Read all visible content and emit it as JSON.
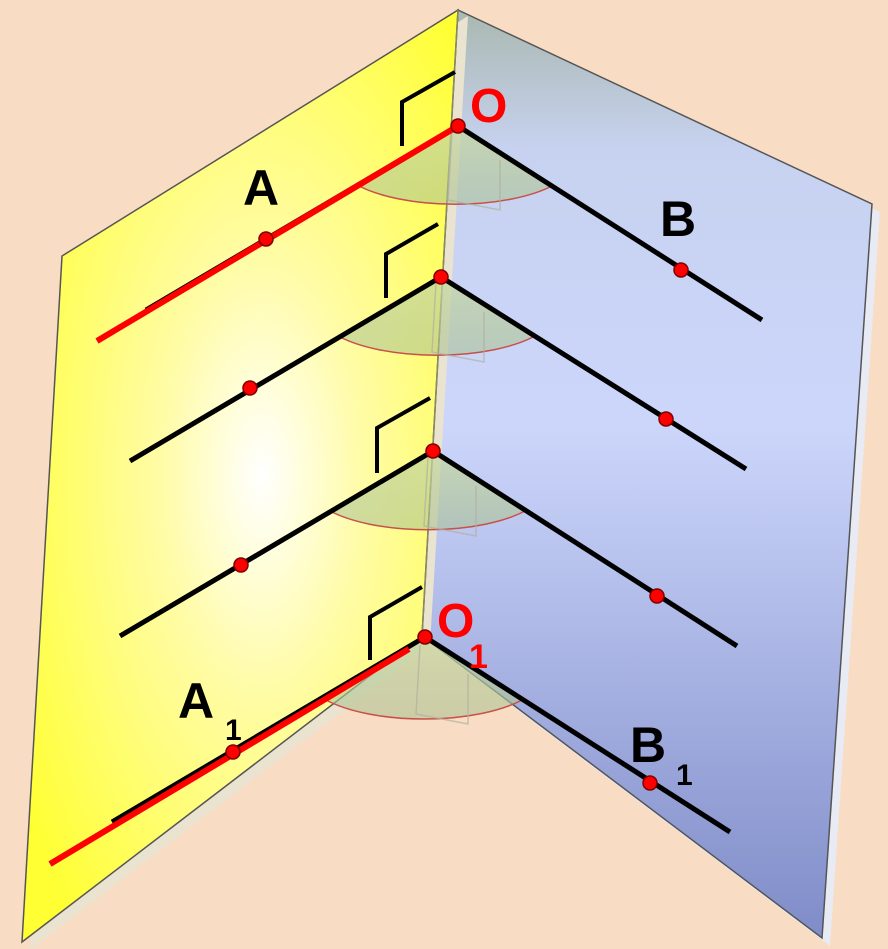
{
  "colors": {
    "background": "#f9dcc4",
    "left_plane": "#ffff66",
    "right_plane": "#c8d0f8",
    "accent_red": "#ff0000",
    "line_black": "#000000"
  },
  "labels": {
    "O": "O",
    "A": "A",
    "B": "B",
    "A1": "A",
    "A1_sub": "1",
    "B1": "B",
    "B1_sub": "1",
    "O1": "O",
    "O1_sub": "1"
  }
}
